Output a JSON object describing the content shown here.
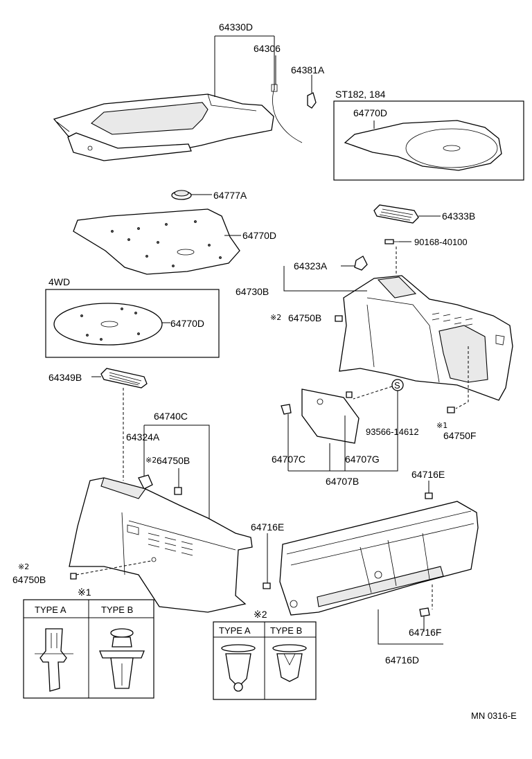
{
  "labels": {
    "p64330D": "64330D",
    "p64306": "64306",
    "p64381A": "64381A",
    "st_variant": "ST182, 184",
    "p64770D_st": "64770D",
    "p64777A": "64777A",
    "p64770D_main": "64770D",
    "p64333B": "64333B",
    "p90168": "90168-40100",
    "p64323A": "64323A",
    "p64730B": "64730B",
    "note2_a": "※2",
    "p64750B_right": "64750B",
    "fourwd": "4WD",
    "p64770D_4wd": "64770D",
    "p64349B": "64349B",
    "p64740C": "64740C",
    "p64324A": "64324A",
    "note2_b": "※2",
    "p64750B_mid": "64750B",
    "p64716E_top": "64716E",
    "p64716E_left": "64716E",
    "note2_c": "※2",
    "p64750B_left": "64750B",
    "s_mark": "S",
    "p93566": "93566-14612",
    "note1_a": "※1",
    "p64750F": "64750F",
    "p64707C": "64707C",
    "p64707G": "64707G",
    "p64707B": "64707B",
    "p64716F": "64716F",
    "p64716D": "64716D",
    "code": "MN 0316-E"
  },
  "legend1": {
    "mark": "※1",
    "type_a": "TYPE A",
    "type_b": "TYPE B"
  },
  "legend2": {
    "mark": "※2",
    "type_a": "TYPE A",
    "type_b": "TYPE B"
  }
}
